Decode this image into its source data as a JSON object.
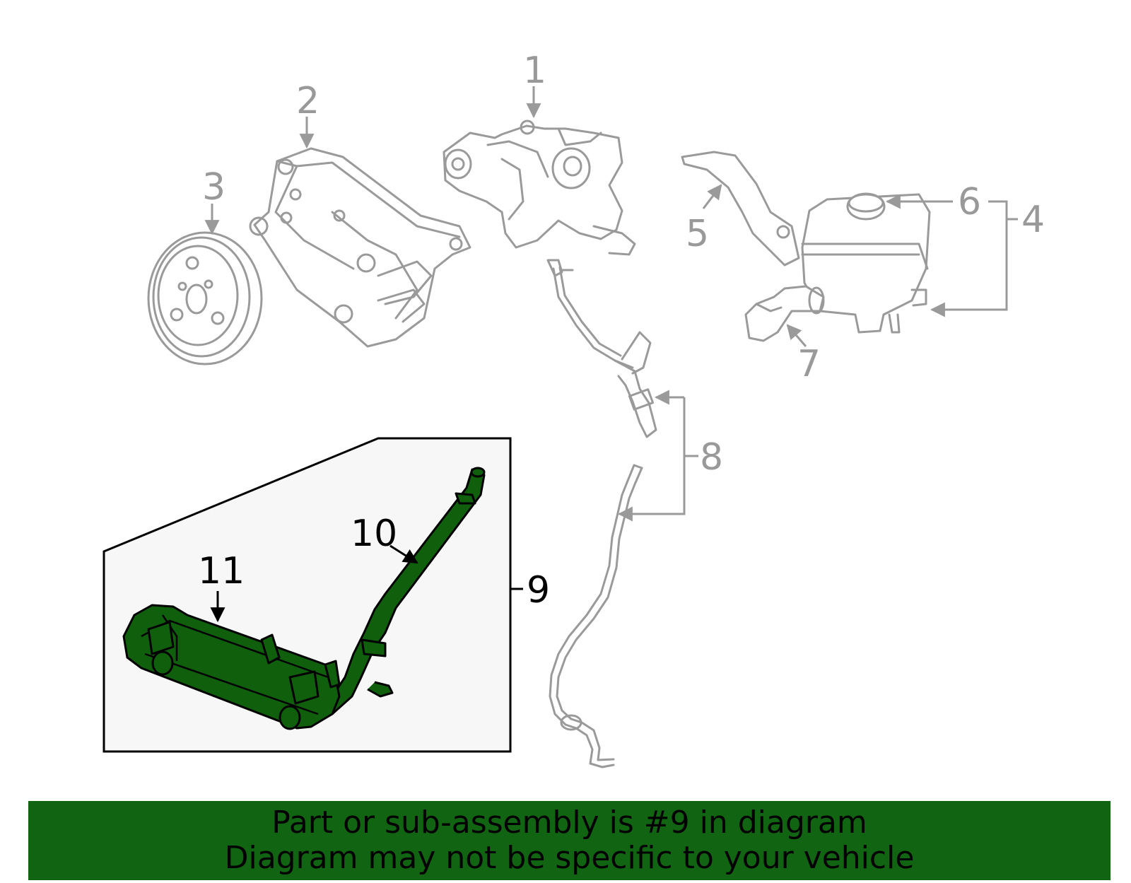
{
  "callouts": {
    "c1": "1",
    "c2": "2",
    "c3": "3",
    "c4": "4",
    "c5": "5",
    "c6": "6",
    "c7": "7",
    "c8": "8",
    "c9": "9",
    "c10": "10",
    "c11": "11"
  },
  "banner": {
    "line1": "Part or sub-assembly is #9 in diagram",
    "line2": "Diagram may not be specific to your vehicle"
  },
  "colors": {
    "highlight": "#0f5f0c",
    "banner_bg": "#116411",
    "part_outline": "#9a9a9a"
  }
}
